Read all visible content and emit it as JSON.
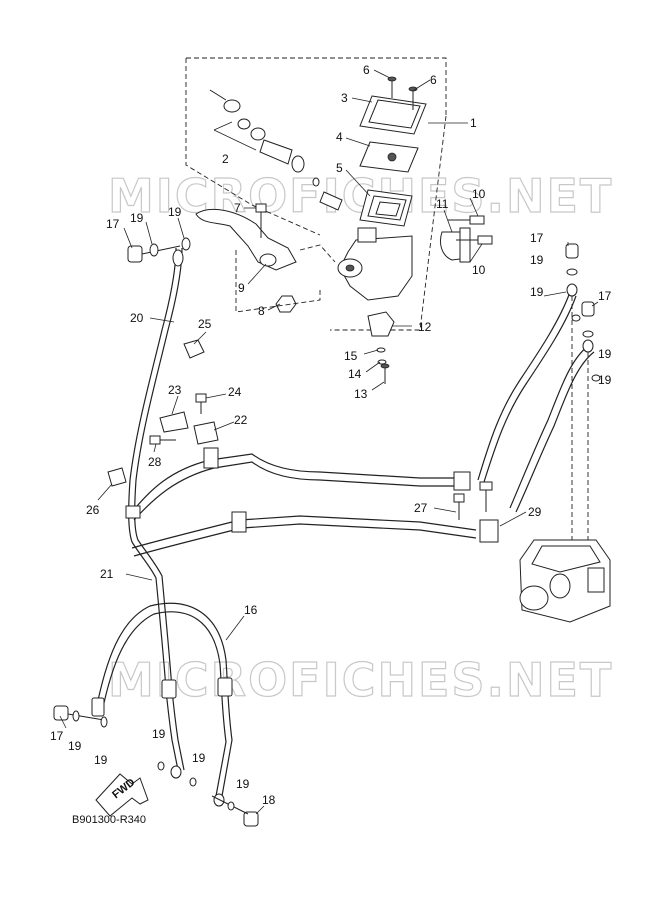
{
  "watermarks": [
    "MICROFICHES.NET",
    "MICROFICHES.NET"
  ],
  "diagram_code": "B901300-R340",
  "direction_label": "FWD",
  "callouts": {
    "p1": "1",
    "p2": "2",
    "p3": "3",
    "p4": "4",
    "p5": "5",
    "p6a": "6",
    "p6b": "6",
    "p7": "7",
    "p8": "8",
    "p9": "9",
    "p10a": "10",
    "p10b": "10",
    "p11": "11",
    "p12": "12",
    "p13": "13",
    "p14": "14",
    "p15": "15",
    "p16": "16",
    "p17a": "17",
    "p17b": "17",
    "p17c": "17",
    "p17d": "17",
    "p18": "18",
    "p19a": "19",
    "p19b": "19",
    "p19c": "19",
    "p19d": "19",
    "p19e": "19",
    "p19f": "19",
    "p19g": "19",
    "p19h": "19",
    "p19i": "19",
    "p19j": "19",
    "p19k": "19",
    "p20": "20",
    "p21": "21",
    "p22": "22",
    "p23": "23",
    "p24": "24",
    "p25": "25",
    "p26": "26",
    "p27": "27",
    "p28": "28",
    "p29": "29"
  }
}
